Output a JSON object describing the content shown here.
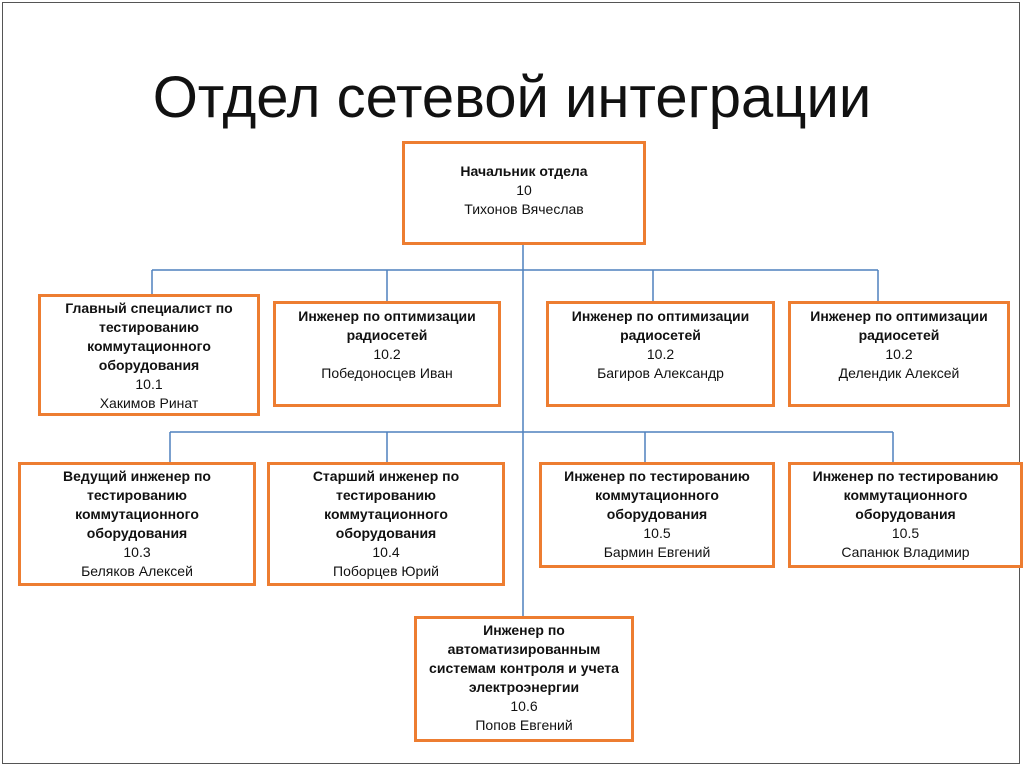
{
  "title": "Отдел сетевой интеграции",
  "colors": {
    "box_border": "#ED7D31",
    "connector": "#4F81BD",
    "text": "#111111"
  },
  "nodes": {
    "head": {
      "role": "Начальник отдела",
      "code": "10",
      "name": "Тихонов Вячеслав"
    },
    "n1": {
      "role": "Главный специалист по тестированию коммутационного оборудования",
      "code": "10.1",
      "name": "Хакимов Ринат"
    },
    "n2a": {
      "role": "Инженер по оптимизации радиосетей",
      "code": "10.2",
      "name": "Победоносцев Иван"
    },
    "n2b": {
      "role": "Инженер по оптимизации радиосетей",
      "code": "10.2",
      "name": "Багиров Александр"
    },
    "n2c": {
      "role": "Инженер по оптимизации радиосетей",
      "code": "10.2",
      "name": "Делендик Алексей"
    },
    "n3": {
      "role": "Ведущий инженер по тестированию коммутационного оборудования",
      "code": "10.3",
      "name": "Беляков Алексей"
    },
    "n4": {
      "role": "Старший инженер по тестированию коммутационного оборудования",
      "code": "10.4",
      "name": "Поборцев Юрий"
    },
    "n5a": {
      "role": "Инженер по тестированию коммутационного оборудования",
      "code": "10.5",
      "name": "Бармин Евгений"
    },
    "n5b": {
      "role": "Инженер по тестированию коммутационного оборудования",
      "code": "10.5",
      "name": "Сапанюк Владимир"
    },
    "n6": {
      "role": "Инженер по автоматизированным системам контроля и учета электроэнергии",
      "code": "10.6",
      "name": "Попов Евгений"
    }
  }
}
